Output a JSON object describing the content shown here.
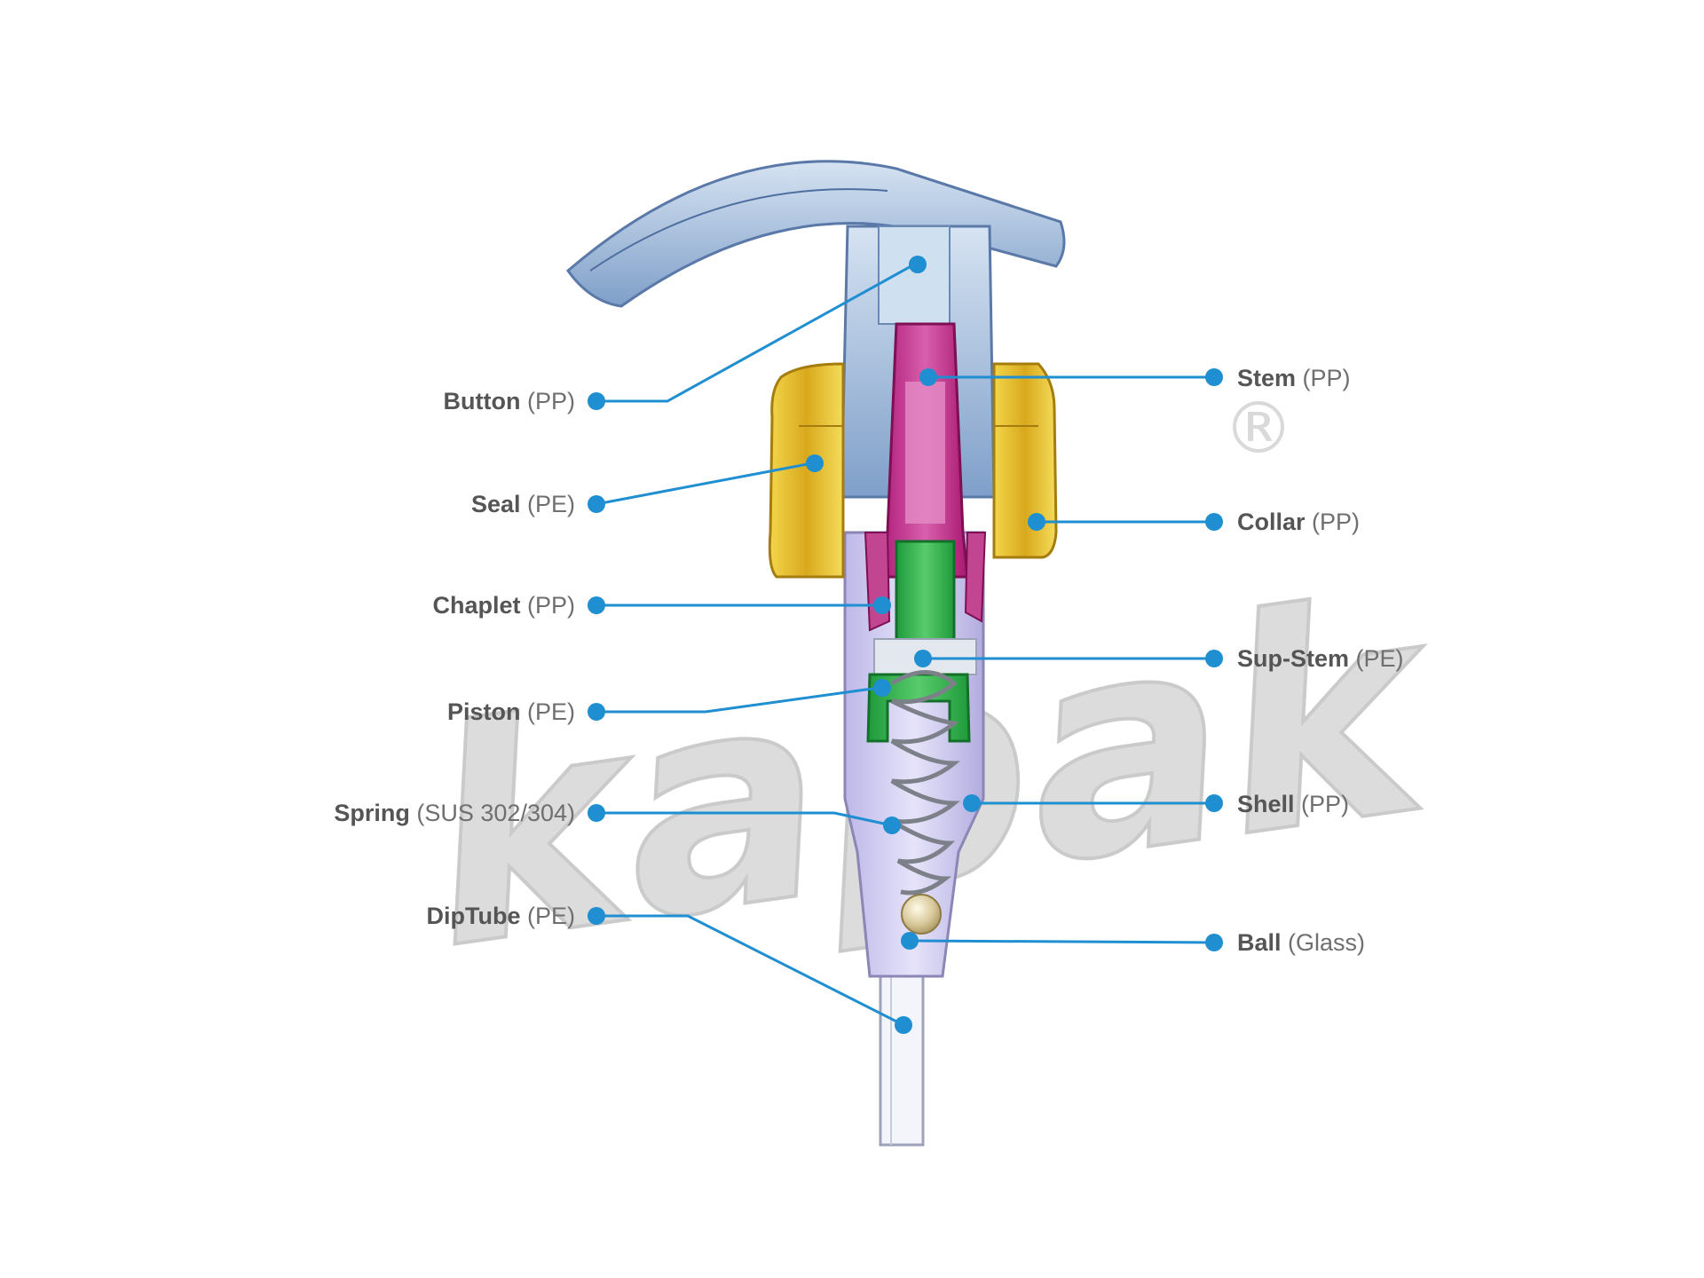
{
  "watermark": {
    "text": "kapak",
    "mark": "®",
    "color": "#d9d9d9"
  },
  "colors": {
    "leader": "#1f8fd1",
    "button": "#9fb7d6",
    "stem": "#c2338f",
    "collar": "#e8c32b",
    "sup_stem": "#2fae4a",
    "shell": "#c9c4ec",
    "ball": "#d8c79a"
  },
  "parts": {
    "button": {
      "name": "Button",
      "material": "(PP)"
    },
    "seal": {
      "name": "Seal",
      "material": "(PE)"
    },
    "chaplet": {
      "name": "Chaplet",
      "material": "(PP)"
    },
    "piston": {
      "name": "Piston",
      "material": "(PE)"
    },
    "spring": {
      "name": "Spring",
      "material": "(SUS 302/304)"
    },
    "diptube": {
      "name": "DipTube",
      "material": "(PE)"
    },
    "stem": {
      "name": "Stem",
      "material": "(PP)"
    },
    "collar": {
      "name": "Collar",
      "material": "(PP)"
    },
    "supstem": {
      "name": "Sup-Stem",
      "material": "(PE)"
    },
    "shell": {
      "name": "Shell",
      "material": "(PP)"
    },
    "ball": {
      "name": "Ball",
      "material": "(Glass)"
    }
  }
}
